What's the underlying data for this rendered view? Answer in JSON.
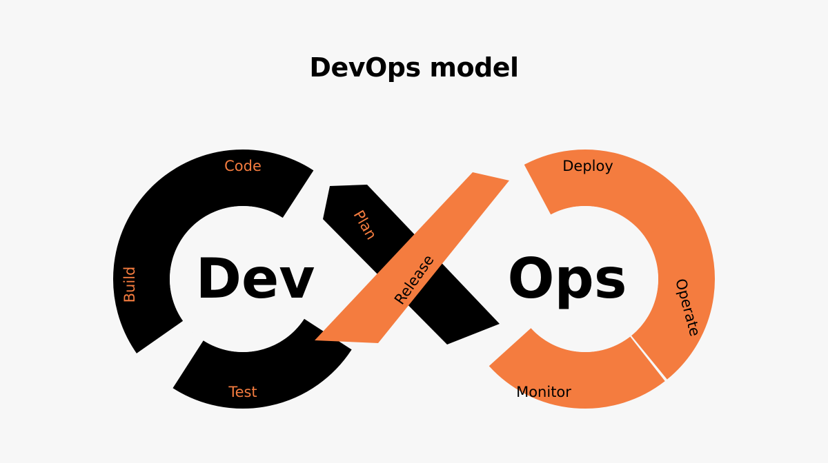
{
  "title": "DevOps model",
  "colors": {
    "background": "#f7f7f7",
    "dev_loop": "#000000",
    "ops_loop": "#f47c3f",
    "center_text": "#000000",
    "gap": "#f7f7f7"
  },
  "loops": {
    "dev": {
      "label": "Dev"
    },
    "ops": {
      "label": "Ops"
    }
  },
  "stages": {
    "code": "Code",
    "build": "Build",
    "test": "Test",
    "plan": "Plan",
    "release": "Release",
    "deploy": "Deploy",
    "operate": "Operate",
    "monitor": "Monitor"
  }
}
